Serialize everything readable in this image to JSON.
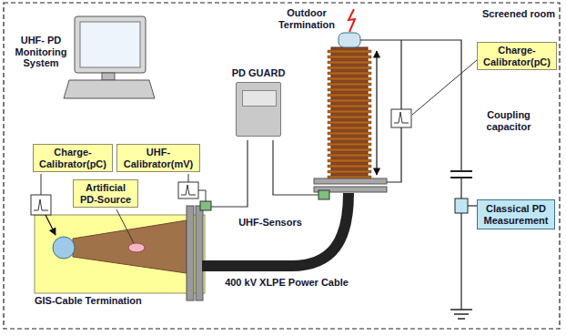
{
  "diagram": {
    "nodes": [
      {
        "text": [
          "PD GUARD"
        ]
      },
      {
        "text": [
          "Charge-Calibrator(pC)"
        ]
      },
      {
        "text": [
          "Classical PD Measurement"
        ]
      },
      {
        "text": [
          "Charge-Calibrator(pC)"
        ]
      },
      {
        "text": [
          "UHF-Calibrator(mV)"
        ]
      },
      {
        "text": [
          "Artificial PD-Source"
        ]
      },
      {
        "text": [
          "GIS-Cable Termination"
        ]
      }
    ],
    "labels": [
      "Screened room",
      "UHF- PD Monitoring System",
      "Outdoor Termination",
      "Coupling capacitor",
      "UHF-Sensors",
      "400 kV XLPE Power Cable"
    ]
  }
}
